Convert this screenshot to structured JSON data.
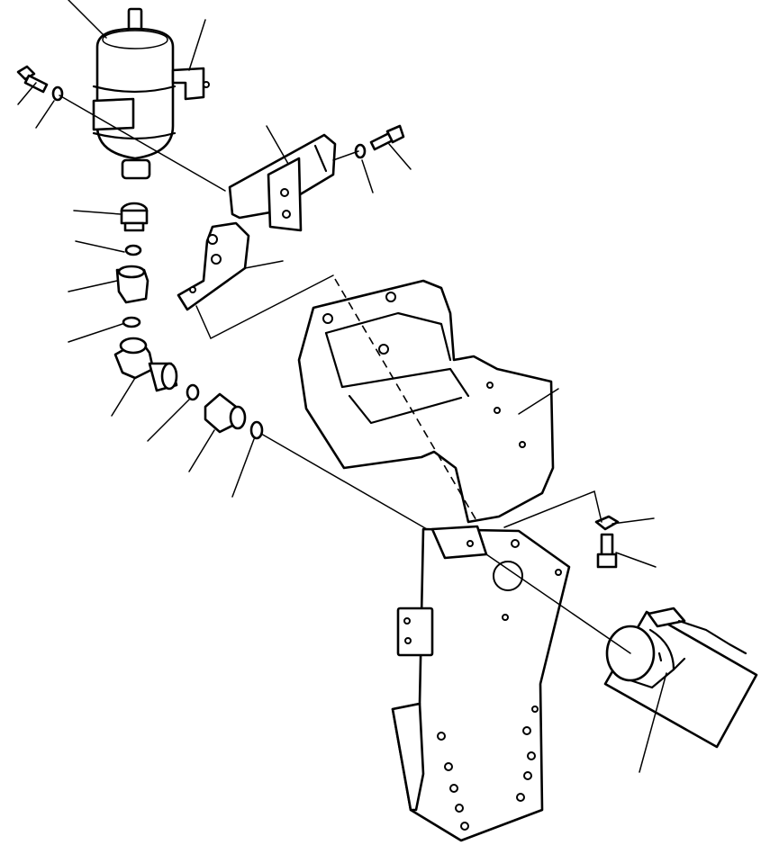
{
  "diagram": {
    "kind": "exploded-parts-view",
    "callout_style": "unlabeled leader lines",
    "colors": {
      "ink": "#000000",
      "paper": "#ffffff"
    },
    "parts": [
      {
        "id": "accumulator",
        "icon": "cylinder-accumulator-icon"
      },
      {
        "id": "accumulator-clamp",
        "icon": "clamp-band-icon"
      },
      {
        "id": "bolt-left",
        "icon": "hex-bolt-icon"
      },
      {
        "id": "washer-left",
        "icon": "washer-icon"
      },
      {
        "id": "mounting-bracket",
        "icon": "bracket-icon"
      },
      {
        "id": "washer-right",
        "icon": "washer-icon"
      },
      {
        "id": "bolt-right",
        "icon": "hex-bolt-icon"
      },
      {
        "id": "hose-clip",
        "icon": "clip-icon"
      },
      {
        "id": "adapter-fitting",
        "icon": "fitting-icon"
      },
      {
        "id": "o-ring-1",
        "icon": "o-ring-icon"
      },
      {
        "id": "connector",
        "icon": "connector-icon"
      },
      {
        "id": "o-ring-2",
        "icon": "o-ring-icon"
      },
      {
        "id": "elbow-fitting",
        "icon": "elbow-icon"
      },
      {
        "id": "o-ring-3",
        "icon": "o-ring-icon"
      },
      {
        "id": "nut-fitting",
        "icon": "nut-icon"
      },
      {
        "id": "o-ring-4",
        "icon": "o-ring-icon"
      },
      {
        "id": "upper-support",
        "icon": "support-frame-icon"
      },
      {
        "id": "main-plate",
        "icon": "plate-icon"
      },
      {
        "id": "small-washer",
        "icon": "washer-icon"
      },
      {
        "id": "small-bolt",
        "icon": "hex-bolt-icon"
      },
      {
        "id": "sensor-unit",
        "icon": "sensor-icon"
      }
    ]
  }
}
